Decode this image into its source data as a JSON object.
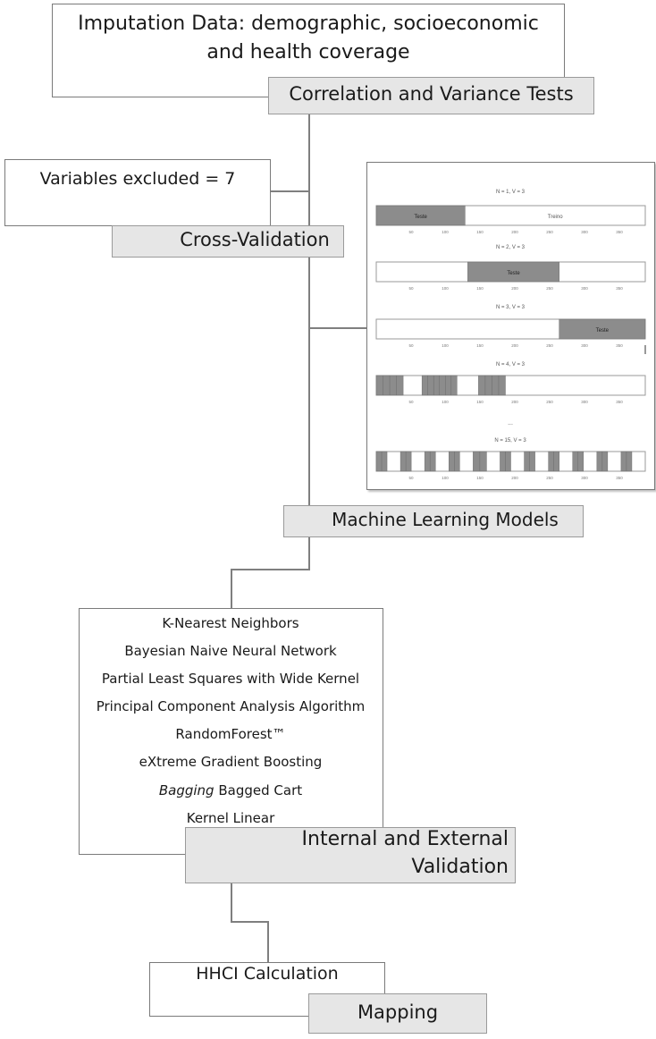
{
  "nodes": {
    "imputation": "Imputation Data: demographic, socioeconomic and health coverage",
    "imputation_line1": "Imputation Data: demographic, socioeconomic",
    "imputation_line2": "and health coverage",
    "correlation": "Correlation and Variance Tests",
    "variables_excluded": "Variables excluded = 7",
    "cross_validation": "Cross-Validation",
    "machine_learning": "Machine Learning Models",
    "validation_line1": "Internal and External",
    "validation_line2": "Validation",
    "hhci": "HHCI Calculation",
    "mapping": "Mapping"
  },
  "models": [
    "K-Nearest Neighbors",
    "Bayesian Naive Neural Network",
    "Partial Least Squares with Wide Kernel",
    "Principal Component Analysis Algorithm",
    "RandomForest™",
    "eXtreme Gradient Boosting",
    "Bagged Cart",
    "Kernel Linear"
  ],
  "models_italic_prefix": "Bagging",
  "cv_panel": {
    "tick_labels": [
      "50",
      "100",
      "150",
      "200",
      "250",
      "300",
      "350"
    ],
    "ellipsis": "...",
    "colors": {
      "fold": "#8c8c8c",
      "bar_border": "#9a9a9a"
    },
    "rows": [
      {
        "title": "N = 1, V = 3",
        "test_label": "Teste",
        "train_label": "Treino",
        "test_from": 0,
        "test_to": 0.33
      },
      {
        "title": "N = 2, V = 3",
        "test_label": "Teste",
        "train_label": "",
        "test_from": 0.34,
        "test_to": 0.68
      },
      {
        "title": "N = 3, V = 3",
        "test_label": "Teste",
        "train_label": "",
        "test_from": 0.68,
        "test_to": 1.0
      },
      {
        "title": "N = 4, V = 3",
        "test_label": "",
        "train_label": "",
        "stripes": [
          [
            0.0,
            0.1
          ],
          [
            0.17,
            0.3
          ],
          [
            0.38,
            0.48
          ]
        ]
      },
      {
        "title": "N = 15, V = 3",
        "test_label": "",
        "train_label": "",
        "stripes": [
          [
            0.0,
            0.04
          ],
          [
            0.09,
            0.13
          ],
          [
            0.18,
            0.22
          ],
          [
            0.27,
            0.31
          ],
          [
            0.36,
            0.41
          ],
          [
            0.46,
            0.5
          ],
          [
            0.55,
            0.59
          ],
          [
            0.64,
            0.68
          ],
          [
            0.73,
            0.77
          ],
          [
            0.82,
            0.86
          ],
          [
            0.91,
            0.95
          ]
        ]
      }
    ]
  }
}
